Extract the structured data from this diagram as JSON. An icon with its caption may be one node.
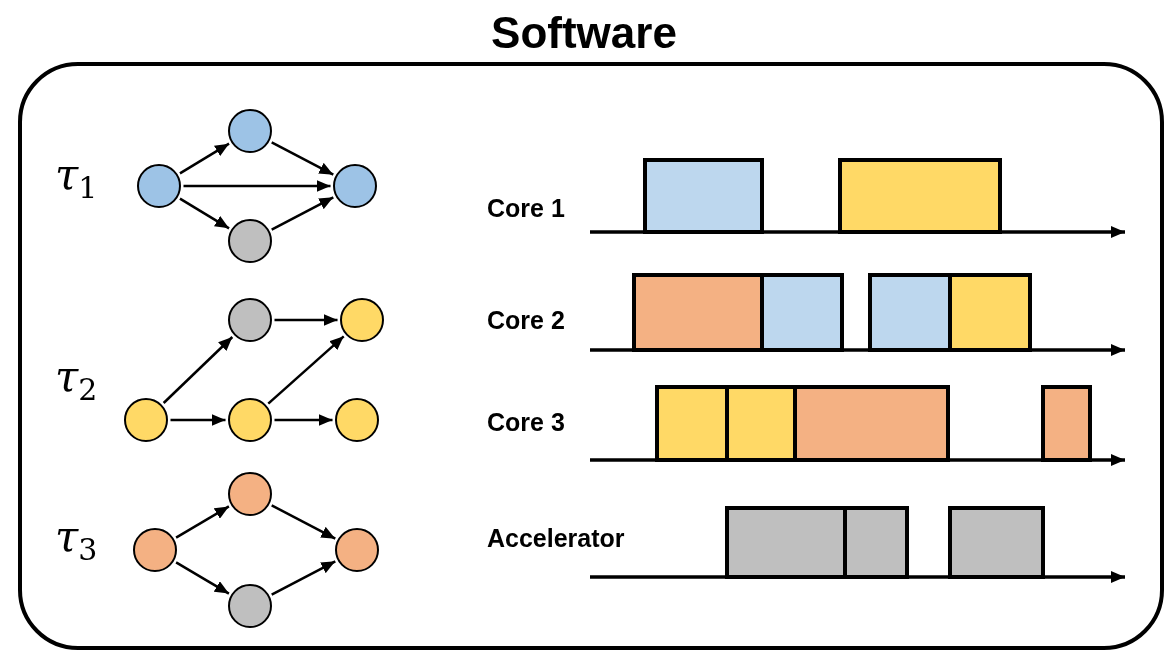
{
  "diagram": {
    "nodes": [
      {
        "text": [
          "Software"
        ]
      },
      {
        "text": [],
        "shape": "circle",
        "in": 0
      },
      {
        "text": [],
        "shape": "circle",
        "in": 0
      },
      {
        "text": [],
        "shape": "circle",
        "in": 0
      },
      {
        "text": [],
        "shape": "circle",
        "in": 0
      },
      {
        "text": [],
        "shape": "circle",
        "in": 0
      },
      {
        "text": [],
        "shape": "circle",
        "in": 0
      },
      {
        "text": [],
        "shape": "circle",
        "in": 0
      },
      {
        "text": [],
        "shape": "circle",
        "in": 0
      },
      {
        "text": [],
        "shape": "circle",
        "in": 0
      },
      {
        "text": [],
        "shape": "circle",
        "in": 0
      },
      {
        "text": [],
        "shape": "circle",
        "in": 0
      },
      {
        "text": [],
        "shape": "circle",
        "in": 0
      },
      {
        "text": [],
        "shape": "circle",
        "in": 0
      }
    ],
    "edges": [
      {
        "from": 1,
        "to": 2,
        "arrow": "to"
      },
      {
        "from": 1,
        "to": 4,
        "arrow": "to"
      },
      {
        "from": 1,
        "to": 3,
        "arrow": "to"
      },
      {
        "from": 2,
        "to": 4,
        "arrow": "to"
      },
      {
        "from": 3,
        "to": 4,
        "arrow": "to"
      },
      {
        "from": 5,
        "to": 6,
        "arrow": "to"
      },
      {
        "from": 5,
        "to": 7,
        "arrow": "to"
      },
      {
        "from": 6,
        "to": 8,
        "arrow": "to"
      },
      {
        "from": 7,
        "to": 8,
        "arrow": "to"
      },
      {
        "from": 7,
        "to": 9,
        "arrow": "to"
      },
      {
        "from": 10,
        "to": 11,
        "arrow": "to"
      },
      {
        "from": 10,
        "to": 12,
        "arrow": "to"
      },
      {
        "from": 11,
        "to": 13,
        "arrow": "to"
      },
      {
        "from": 12,
        "to": 13,
        "arrow": "to"
      }
    ],
    "labels": [
      "τ$_{1}$",
      "Core 1",
      "Core 2",
      "τ$_{2}$",
      "Core 3",
      "Accelerator",
      "τ$_{3}$"
    ]
  }
}
